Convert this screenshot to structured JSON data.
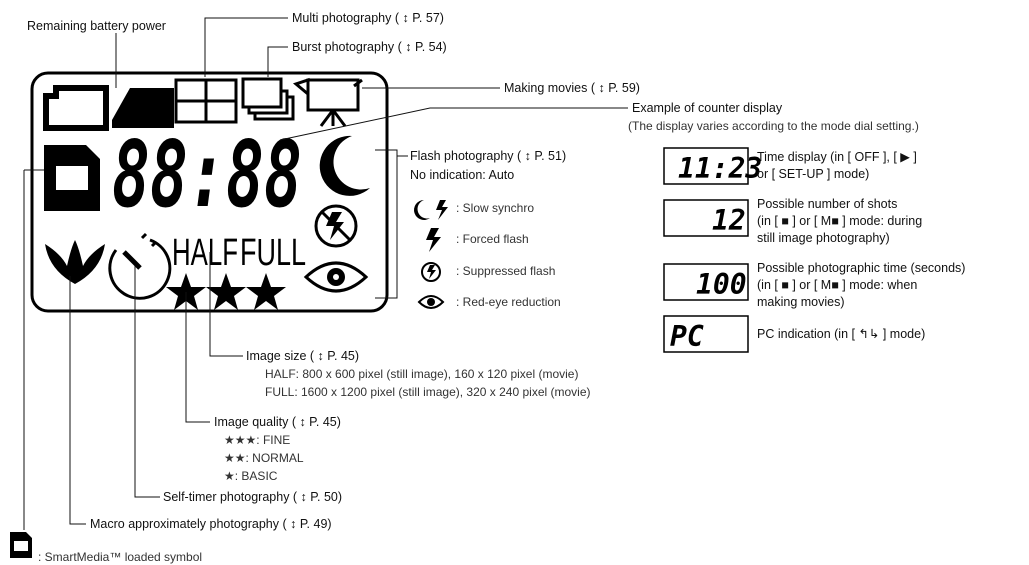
{
  "callouts": {
    "battery": "Remaining battery power",
    "multi": "Multi photography ( ↕ P. 57)",
    "burst": "Burst photography ( ↕ P. 54)",
    "movie": "Making movies ( ↕ P. 59)",
    "counter_title": "Example of counter display",
    "counter_note": "(The display varies according to the mode dial setting.)",
    "flash_title": "Flash photography ( ↕ P. 51)",
    "flash_none": "No indication: Auto",
    "image_size": "Image size ( ↕ P. 45)",
    "image_half": "HALF: 800 x 600 pixel (still image), 160 x 120 pixel (movie)",
    "image_full": "FULL: 1600 x 1200 pixel (still image), 320 x 240 pixel (movie)",
    "quality": "Image quality ( ↕ P. 45)",
    "quality_fine": "★★★: FINE",
    "quality_normal": "★★: NORMAL",
    "quality_basic": "★: BASIC",
    "selftimer": "Self-timer photography ( ↕ P. 50)",
    "macro": "Macro approximately photography ( ↕ P. 49)",
    "smartmedia": ": SmartMedia™ loaded symbol"
  },
  "flash_modes": [
    {
      "icon": "slow-synchro",
      "label": ": Slow synchro"
    },
    {
      "icon": "forced-flash",
      "label": ": Forced flash"
    },
    {
      "icon": "suppressed-flash",
      "label": ": Suppressed flash"
    },
    {
      "icon": "red-eye",
      "label": ": Red-eye reduction"
    }
  ],
  "lcd": {
    "counter": "88:88",
    "half": "HALF",
    "full": "FULL"
  },
  "counter_examples": [
    {
      "display": "11:23",
      "lines": [
        "Time display (in [ OFF ], [ ▶ ]",
        "or [ SET-UP ] mode)"
      ]
    },
    {
      "display": "12",
      "lines": [
        "Possible number of shots",
        "(in [ ■ ] or [ M■ ] mode: during",
        " still image photography)"
      ]
    },
    {
      "display": "100",
      "lines": [
        "Possible photographic time (seconds)",
        "(in [ ■ ] or [ M■ ] mode: when",
        " making movies)"
      ]
    },
    {
      "display": "PC",
      "lines": [
        "PC indication (in [ ↰↳ ] mode)"
      ]
    }
  ]
}
